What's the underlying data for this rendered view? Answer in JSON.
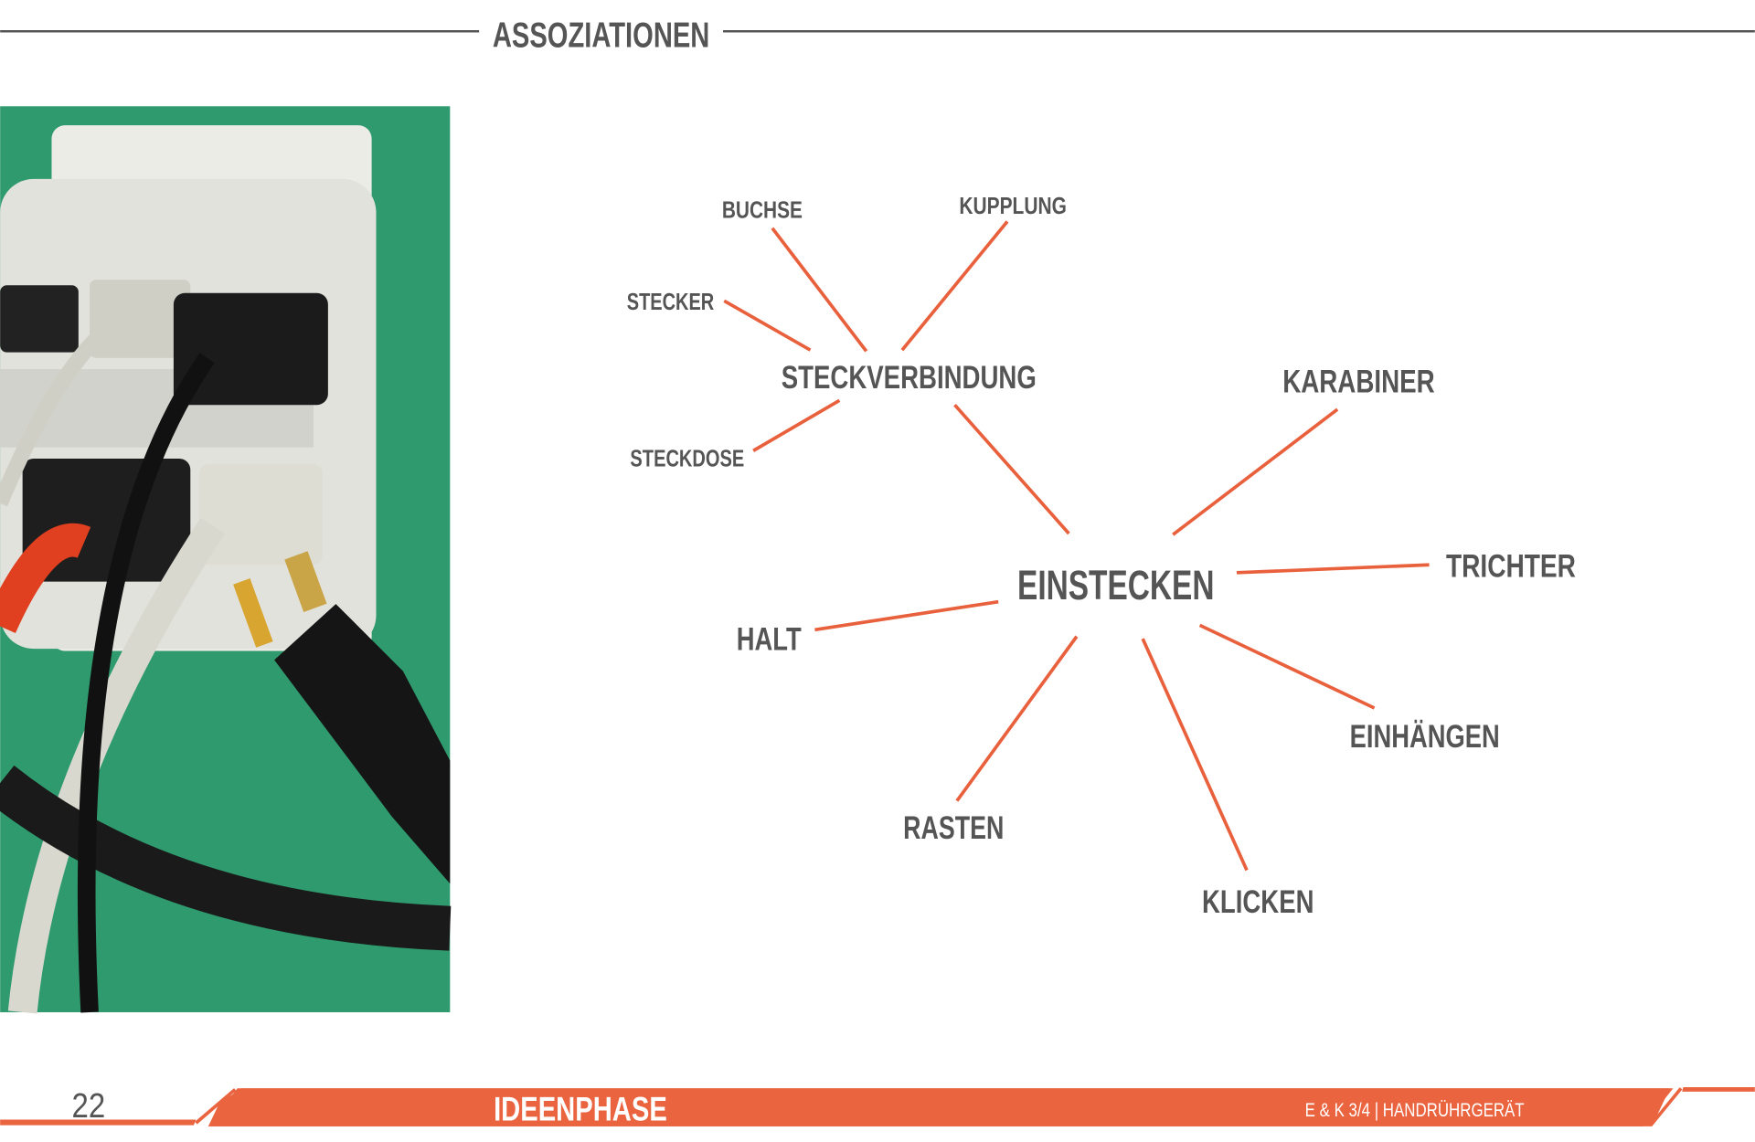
{
  "header": {
    "title": "ASSOZIATIONEN"
  },
  "mindmap": {
    "center": "EINSTECKEN",
    "sub_center": "STECKVERBINDUNG",
    "words": {
      "buchse": "BUCHSE",
      "kupplung": "KUPPLUNG",
      "stecker": "STECKER",
      "steckdose": "STECKDOSE",
      "karabiner": "KARABINER",
      "trichter": "TRICHTER",
      "halt": "HALT",
      "einhaengen": "EINHÄNGEN",
      "rasten": "RASTEN",
      "klicken": "KLICKEN"
    }
  },
  "footer": {
    "page_number": "22",
    "section": "IDEENPHASE",
    "course": "E & K 3/4 | HANDRÜHRGERÄT"
  },
  "colors": {
    "accent": "#ea6440",
    "text": "#555555",
    "photo_bg": "#2f9a6e"
  }
}
